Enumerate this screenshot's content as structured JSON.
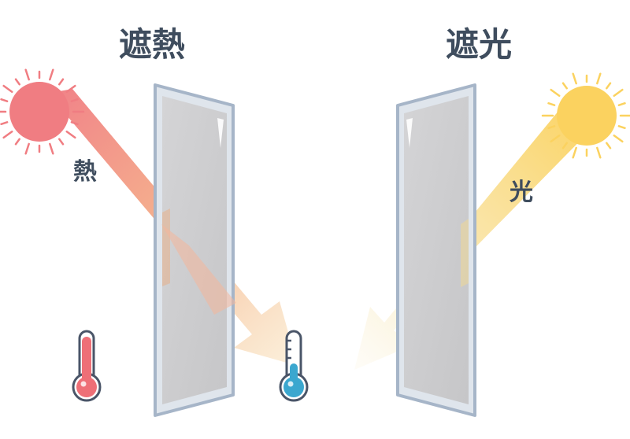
{
  "titles": {
    "heat_shield": "遮熱",
    "light_shield": "遮光"
  },
  "labels": {
    "heat": "熱",
    "light": "光"
  },
  "colors": {
    "text": "#3f4d5e",
    "sun_heat": "#f07d82",
    "sun_light": "#fbd25f",
    "heat_ray": "#f28a86",
    "light_ray": "#f8d77a",
    "glass_frame": "#a6b5c8",
    "glass_pane": "#cfcfd1",
    "thermo_hot": "#ee6f77",
    "thermo_cold": "#3ba7cf",
    "thermo_outline": "#4a5568"
  },
  "icons": {
    "left_sun": "sun-icon",
    "right_sun": "sun-icon",
    "hot_thermometer": "thermometer-hot-icon",
    "cold_thermometer": "thermometer-cold-icon"
  }
}
